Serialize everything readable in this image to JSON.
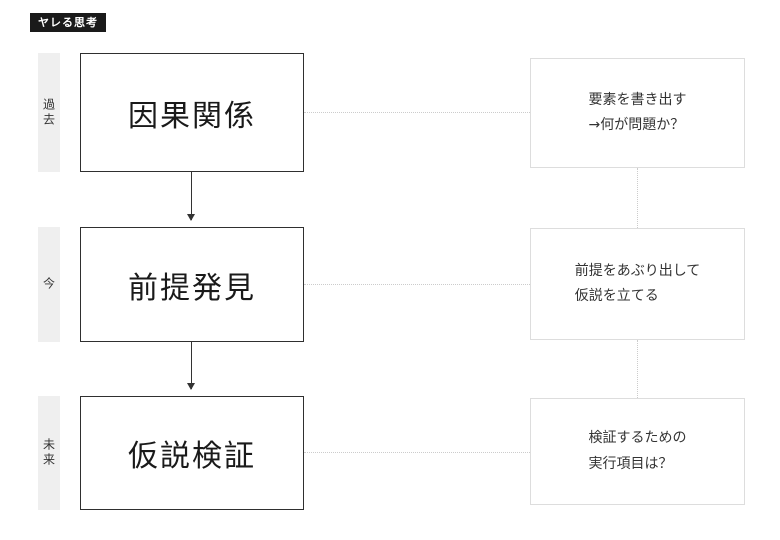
{
  "badge": "ヤレる思考",
  "rows": [
    {
      "time": "過去",
      "main": "因果関係",
      "note1": "要素を書き出す",
      "note2": "→何が問題か？"
    },
    {
      "time": "今",
      "main": "前提発見",
      "note1": "前提をあぶり出して",
      "note2": "仮説を立てる"
    },
    {
      "time": "未来",
      "main": "仮説検証",
      "note1": "検証するための",
      "note2": "実行項目は？"
    }
  ],
  "colors": {
    "badge_bg": "#1a1a1a",
    "badge_text": "#ffffff",
    "timebar_bg": "#efefef",
    "main_box_border": "#2f2f2f",
    "note_box_border": "#dddddd",
    "connector": "#cccccc",
    "arrow": "#333333"
  }
}
